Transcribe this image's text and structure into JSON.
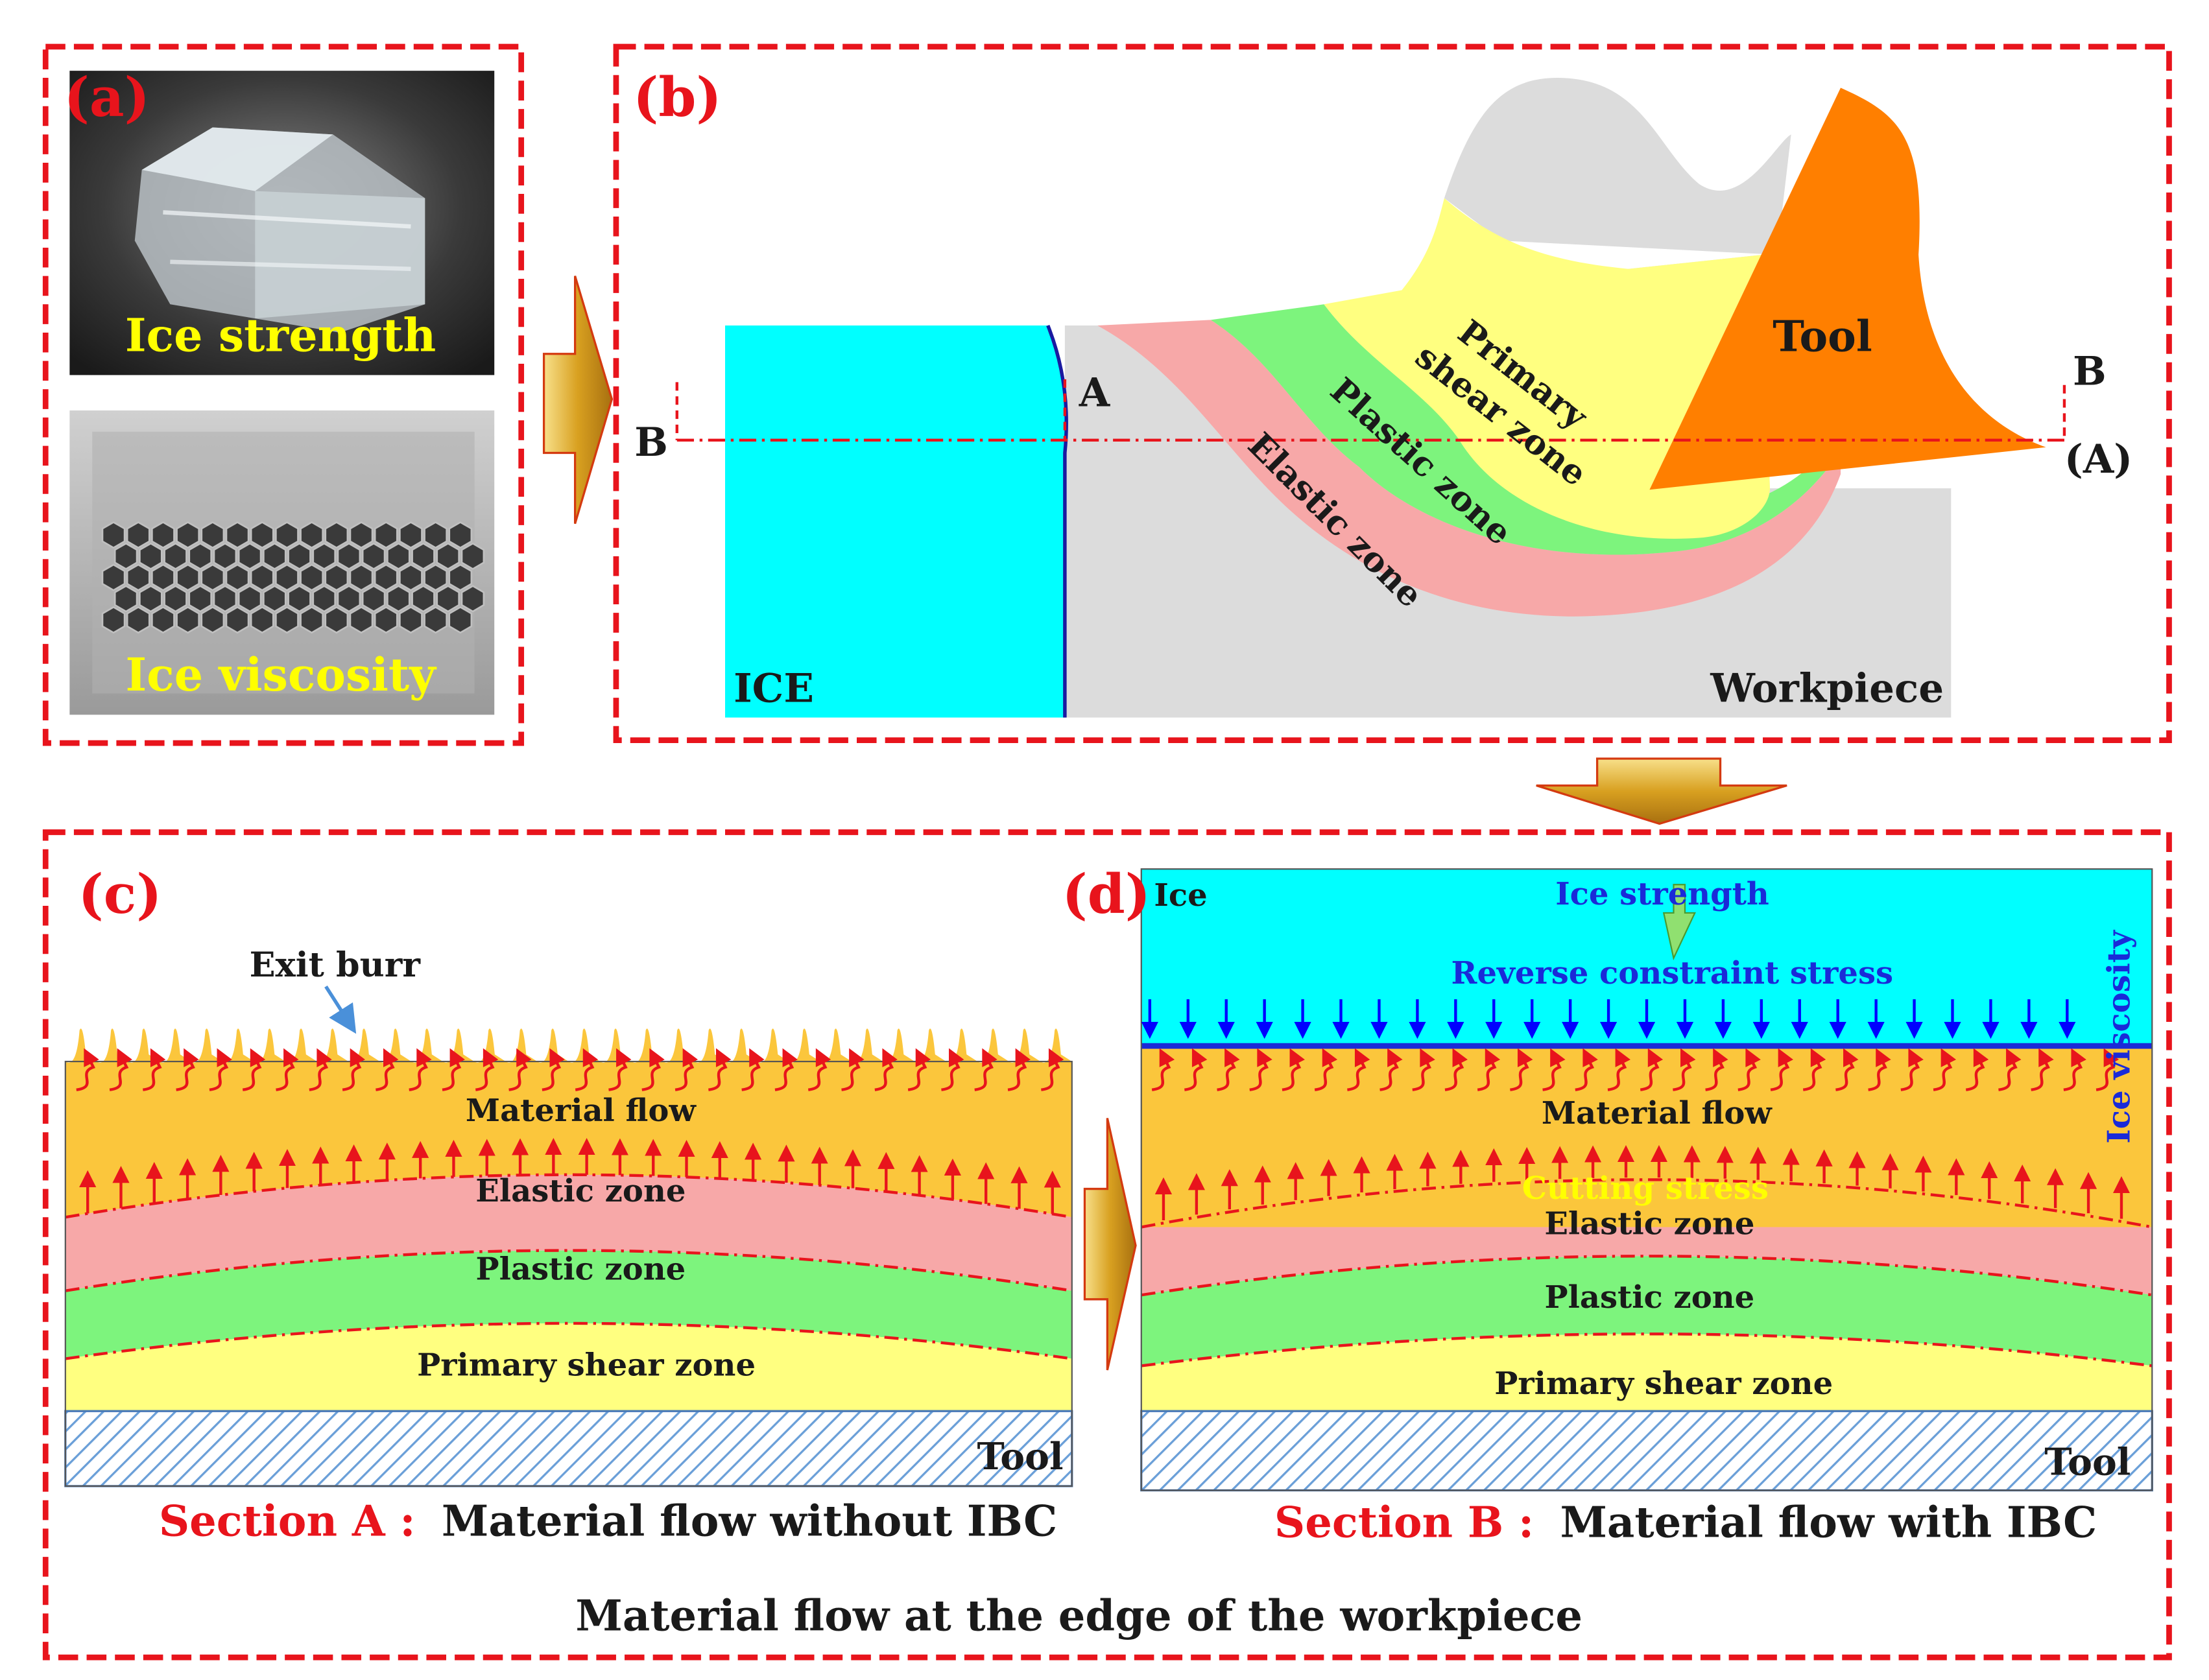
{
  "panels": {
    "a": {
      "label": "(a)",
      "photo_top_caption": "Ice strength",
      "photo_bottom_caption": "Ice viscosity"
    },
    "b": {
      "label": "(b)",
      "ice": "ICE",
      "workpiece": "Workpiece",
      "tool": "Tool",
      "primary_shear_line1": "Primary",
      "primary_shear_line2": "shear zone",
      "plastic_zone": "Plastic zone",
      "elastic_zone": "Elastic zone",
      "point_a": "A",
      "section_left": "B",
      "section_right": "B",
      "section_right_paren": "(A)"
    },
    "c": {
      "label": "(c)",
      "exit_burr": "Exit burr",
      "material_flow": "Material flow",
      "elastic_zone": "Elastic zone",
      "plastic_zone": "Plastic zone",
      "primary_shear_zone": "Primary shear zone",
      "tool": "Tool",
      "caption_section": "Section A :",
      "caption_text": "Material flow without IBC"
    },
    "d": {
      "label": "(d)",
      "ice": "Ice",
      "ice_strength": "Ice strength",
      "reverse_stress": "Reverse constraint stress",
      "ice_viscosity": "Ice viscosity",
      "material_flow": "Material flow",
      "cutting_stress": "Cutting stress",
      "elastic_zone": "Elastic zone",
      "plastic_zone": "Plastic zone",
      "primary_shear_zone": "Primary shear zone",
      "tool": "Tool",
      "caption_section": "Section B :",
      "caption_text": "Material flow with IBC"
    }
  },
  "bottom_title": "Material flow at the edge of the workpiece",
  "colors": {
    "frame": "#e8141c",
    "ice": "#00ffff",
    "workpiece": "#dcdcdc",
    "elastic": "#f7a8a8",
    "plastic": "#7df47d",
    "primary_shear": "#ffff80",
    "tool": "#ff7f00",
    "material_flow": "#fbc63c",
    "tool_hatch": "#6a9fd8",
    "label_yellow": "#ffff00",
    "stress_blue": "#0000ff",
    "arrow_gold": "#e8a818"
  }
}
